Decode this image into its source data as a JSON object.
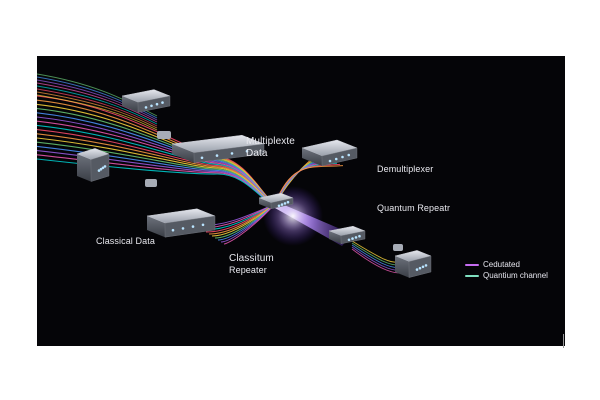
{
  "labels": {
    "multiplexer": [
      "Multiplexte",
      "Data"
    ],
    "demultiplexer": "Demultiplexer",
    "quantum_repeater": "Quantum Repeatr",
    "classical_data": "Classical Data",
    "classitum_repeater": [
      "Classitum",
      "Repeater"
    ]
  },
  "legend": [
    {
      "text": "Cedutated",
      "color": "#c56cf0"
    },
    {
      "text": "Quantium channel",
      "color": "#7fe0c0"
    }
  ],
  "colors": {
    "background": "#050508",
    "beam": "#b98cff",
    "fiber": [
      "#ff4d6d",
      "#ff9f43",
      "#ffd93d",
      "#6bcb77",
      "#4d96ff",
      "#9b5de5",
      "#f15bb5",
      "#00d2d3"
    ]
  }
}
